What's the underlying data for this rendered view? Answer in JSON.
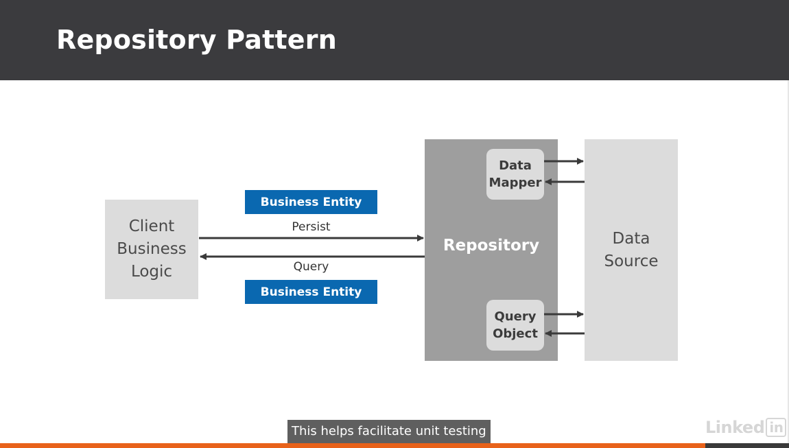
{
  "slide": {
    "title": "Repository Pattern"
  },
  "diagram": {
    "client": "Client\nBusiness\nLogic",
    "repository": "Repository",
    "data_mapper": "Data\nMapper",
    "query_object": "Query\nObject",
    "data_source": "Data\nSource",
    "entity_top": "Business Entity",
    "entity_bottom": "Business Entity",
    "persist_label": "Persist",
    "query_label": "Query"
  },
  "player": {
    "caption": "This helps facilitate unit testing",
    "logo_text": "Linked",
    "logo_box": "in",
    "progress_percent": 89.4
  },
  "colors": {
    "title_bar": "#3b3b3e",
    "entity_blue": "#0a68b0",
    "repository_gray": "#9e9e9e",
    "box_light_gray": "#dcdcdc",
    "progress_orange": "#e8621a"
  }
}
